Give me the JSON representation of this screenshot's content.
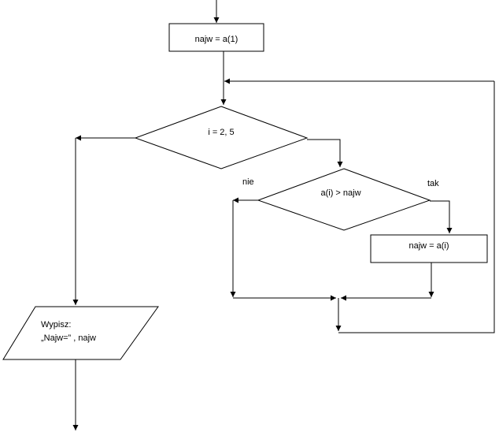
{
  "diagram": {
    "nodes": {
      "init": {
        "label": "najw = a(1)"
      },
      "loop": {
        "label": "i = 2, 5"
      },
      "compare": {
        "label": "a(i) > najw"
      },
      "assign": {
        "label": "najw =  a(i)"
      },
      "output": {
        "line1": "Wypisz:",
        "line2": "„Najw=” , najw"
      }
    },
    "branch_labels": {
      "no": "nie",
      "yes": "tak"
    },
    "colors": {
      "stroke": "#000000",
      "fill": "#ffffff"
    }
  }
}
